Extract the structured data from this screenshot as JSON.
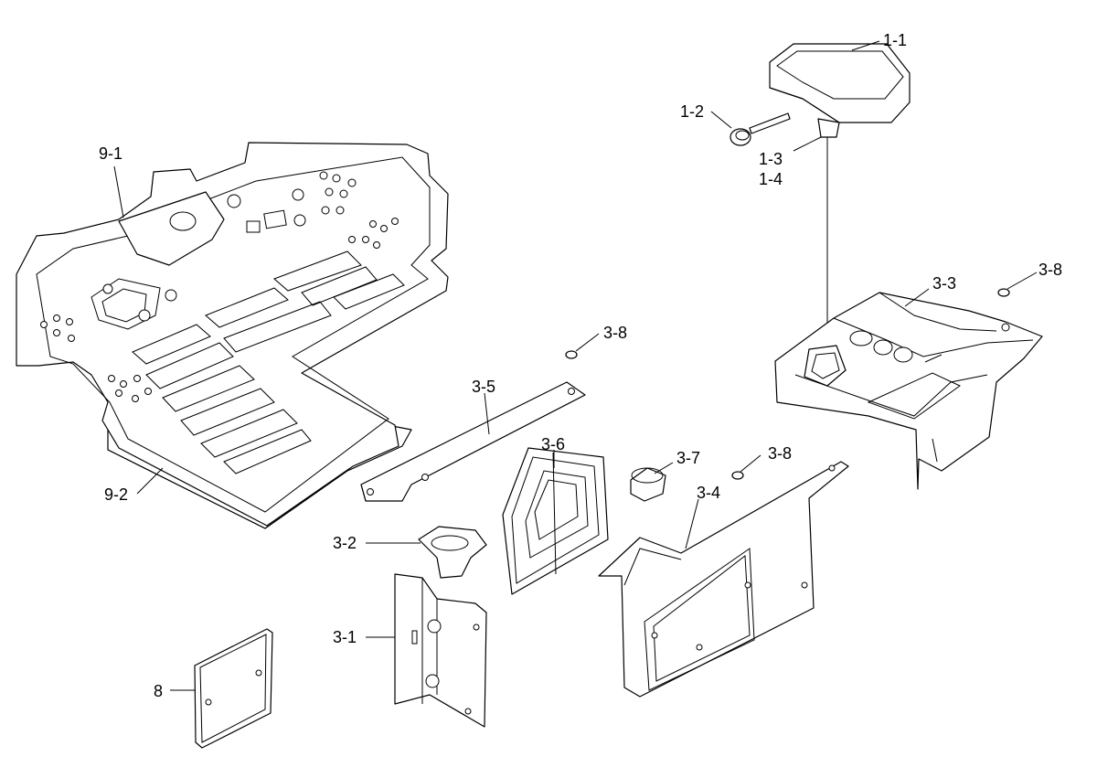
{
  "callouts": {
    "c1_1": "1-1",
    "c1_2": "1-2",
    "c1_3": "1-3",
    "c1_4": "1-4",
    "c3_8a": "3-8",
    "c3_3": "3-3",
    "c3_8b": "3-8",
    "c3_5": "3-5",
    "c3_6": "3-6",
    "c3_7": "3-7",
    "c3_8c": "3-8",
    "c3_4": "3-4",
    "c3_2": "3-2",
    "c3_1": "3-1",
    "c8": "8",
    "c9_1": "9-1",
    "c9_2": "9-2"
  }
}
